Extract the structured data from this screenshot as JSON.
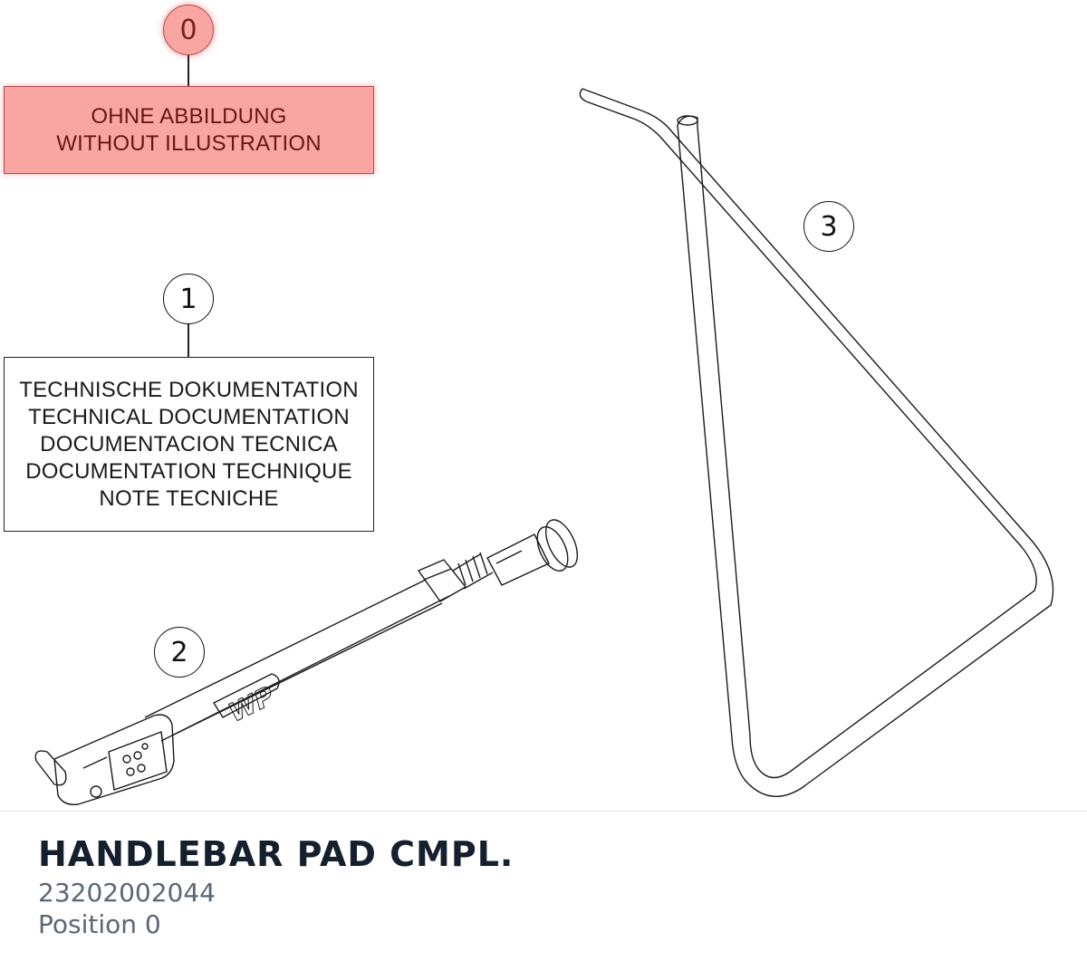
{
  "callouts": [
    {
      "id": "0",
      "highlighted": true
    },
    {
      "id": "1",
      "highlighted": false
    },
    {
      "id": "2",
      "highlighted": false
    },
    {
      "id": "3",
      "highlighted": false
    }
  ],
  "labels": {
    "without_illustration": [
      "OHNE ABBILDUNG",
      "WITHOUT ILLUSTRATION"
    ],
    "technical_documentation": [
      "TECHNISCHE DOKUMENTATION",
      "TECHNICAL DOCUMENTATION",
      "DOCUMENTACION TECNICA",
      "DOCUMENTATION TECHNIQUE",
      "NOTE TECNICHE"
    ]
  },
  "handlebar_logo_text": "WP",
  "footer": {
    "title": "HANDLEBAR PAD CMPL.",
    "part_number": "23202002044",
    "position": "Position 0"
  },
  "colors": {
    "highlight_fill": "#f9a6a3",
    "highlight_border": "#b84a4a",
    "title": "#15202f",
    "subtitle": "#5b6776"
  }
}
